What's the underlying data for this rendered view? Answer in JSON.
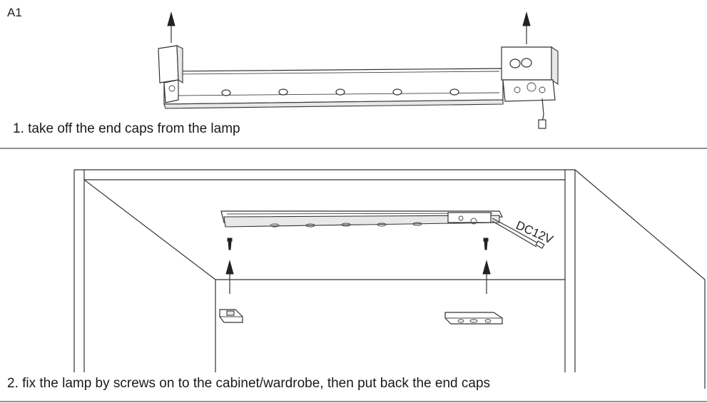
{
  "figure": {
    "label": "A1",
    "step1_caption": "1. take off the end caps from the lamp",
    "step2_caption": "2. fix the lamp by screws on to the cabinet/wardrobe, then put back the end caps",
    "voltage_label": "DC12V"
  },
  "icons": {
    "up_arrow": "up-arrow-icon",
    "screw": "screw-icon"
  },
  "colors": {
    "line": "#333333",
    "background": "#ffffff"
  }
}
